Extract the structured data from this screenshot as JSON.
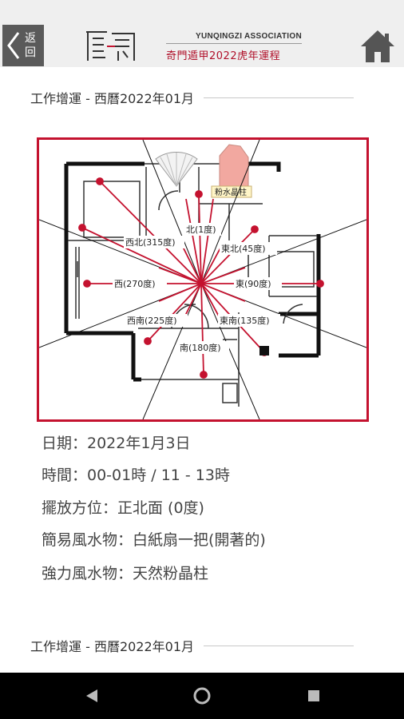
{
  "header": {
    "back_label": "返回",
    "assoc_en": "YUNQINGZI ASSOCIATION",
    "assoc_zh": "奇門遁甲2022虎年運程"
  },
  "section": {
    "title": "工作增運 - 西曆2022年01月",
    "title_next": "工作增運 - 西曆2022年01月"
  },
  "plan": {
    "labels": {
      "north": "北(1度)",
      "northeast": "東北(45度)",
      "east": "東(90度)",
      "southeast": "東南(135度)",
      "south": "南(180度)",
      "southwest": "西南(225度)",
      "west": "西(270度)",
      "northwest": "西北(315度)"
    },
    "crystal_label": "粉水晶柱",
    "accent_color": "#c4122f"
  },
  "info": {
    "date": "日期：2022年1月3日",
    "time": "時間：00-01時 / 11 - 13時",
    "direction": "擺放方位：正北面 (0度)",
    "simple_item": "簡易風水物：白紙扇一把(開著的)",
    "strong_item": "強力風水物：天然粉晶柱"
  },
  "nav": {
    "icons": [
      "back-triangle-icon",
      "home-circle-icon",
      "recents-square-icon"
    ]
  }
}
